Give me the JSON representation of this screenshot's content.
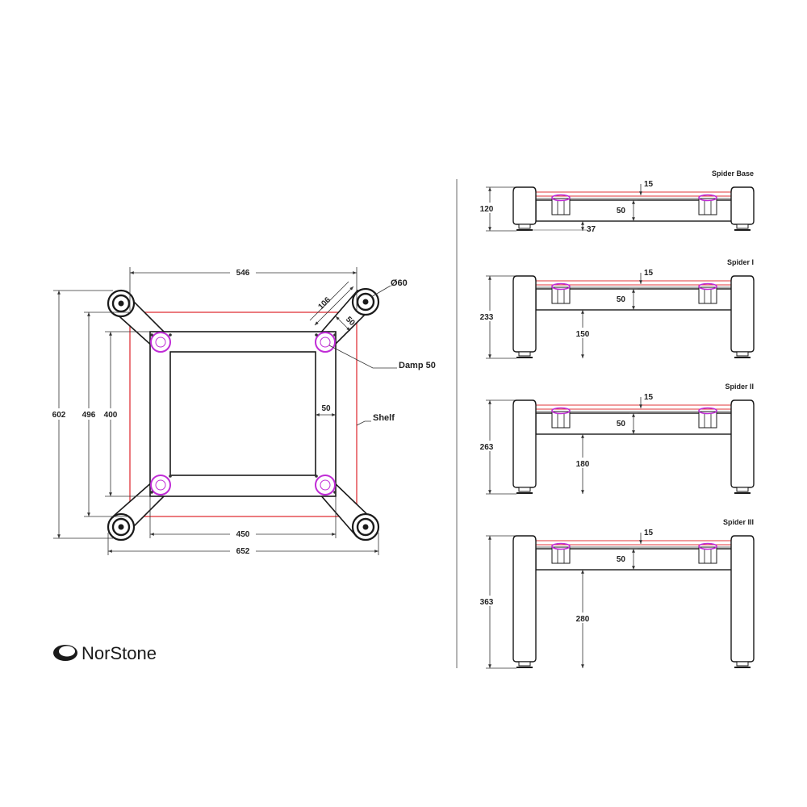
{
  "brand": {
    "name": "NorStone"
  },
  "colors": {
    "shelf_outline": "#e0343a",
    "damper": "#c02cd6",
    "line": "#333333"
  },
  "top_view": {
    "dims": {
      "top_width": "546",
      "bottom_inner": "450",
      "bottom_total": "652",
      "height_total": "602",
      "height_mid": "496",
      "height_inner": "400",
      "diag_len": "106",
      "diag_width": "50",
      "frame_width": "50",
      "foot_dia": "Ø60"
    },
    "labels": {
      "damp": "Damp 50",
      "shelf": "Shelf"
    }
  },
  "side_views": [
    {
      "title": "Spider Base",
      "height": "120",
      "top": "15",
      "beam": "50",
      "clear": "37"
    },
    {
      "title": "Spider I",
      "height": "233",
      "top": "15",
      "beam": "50",
      "clear": "150"
    },
    {
      "title": "Spider II",
      "height": "263",
      "top": "15",
      "beam": "50",
      "clear": "180"
    },
    {
      "title": "Spider III",
      "height": "363",
      "top": "15",
      "beam": "50",
      "clear": "280"
    }
  ]
}
